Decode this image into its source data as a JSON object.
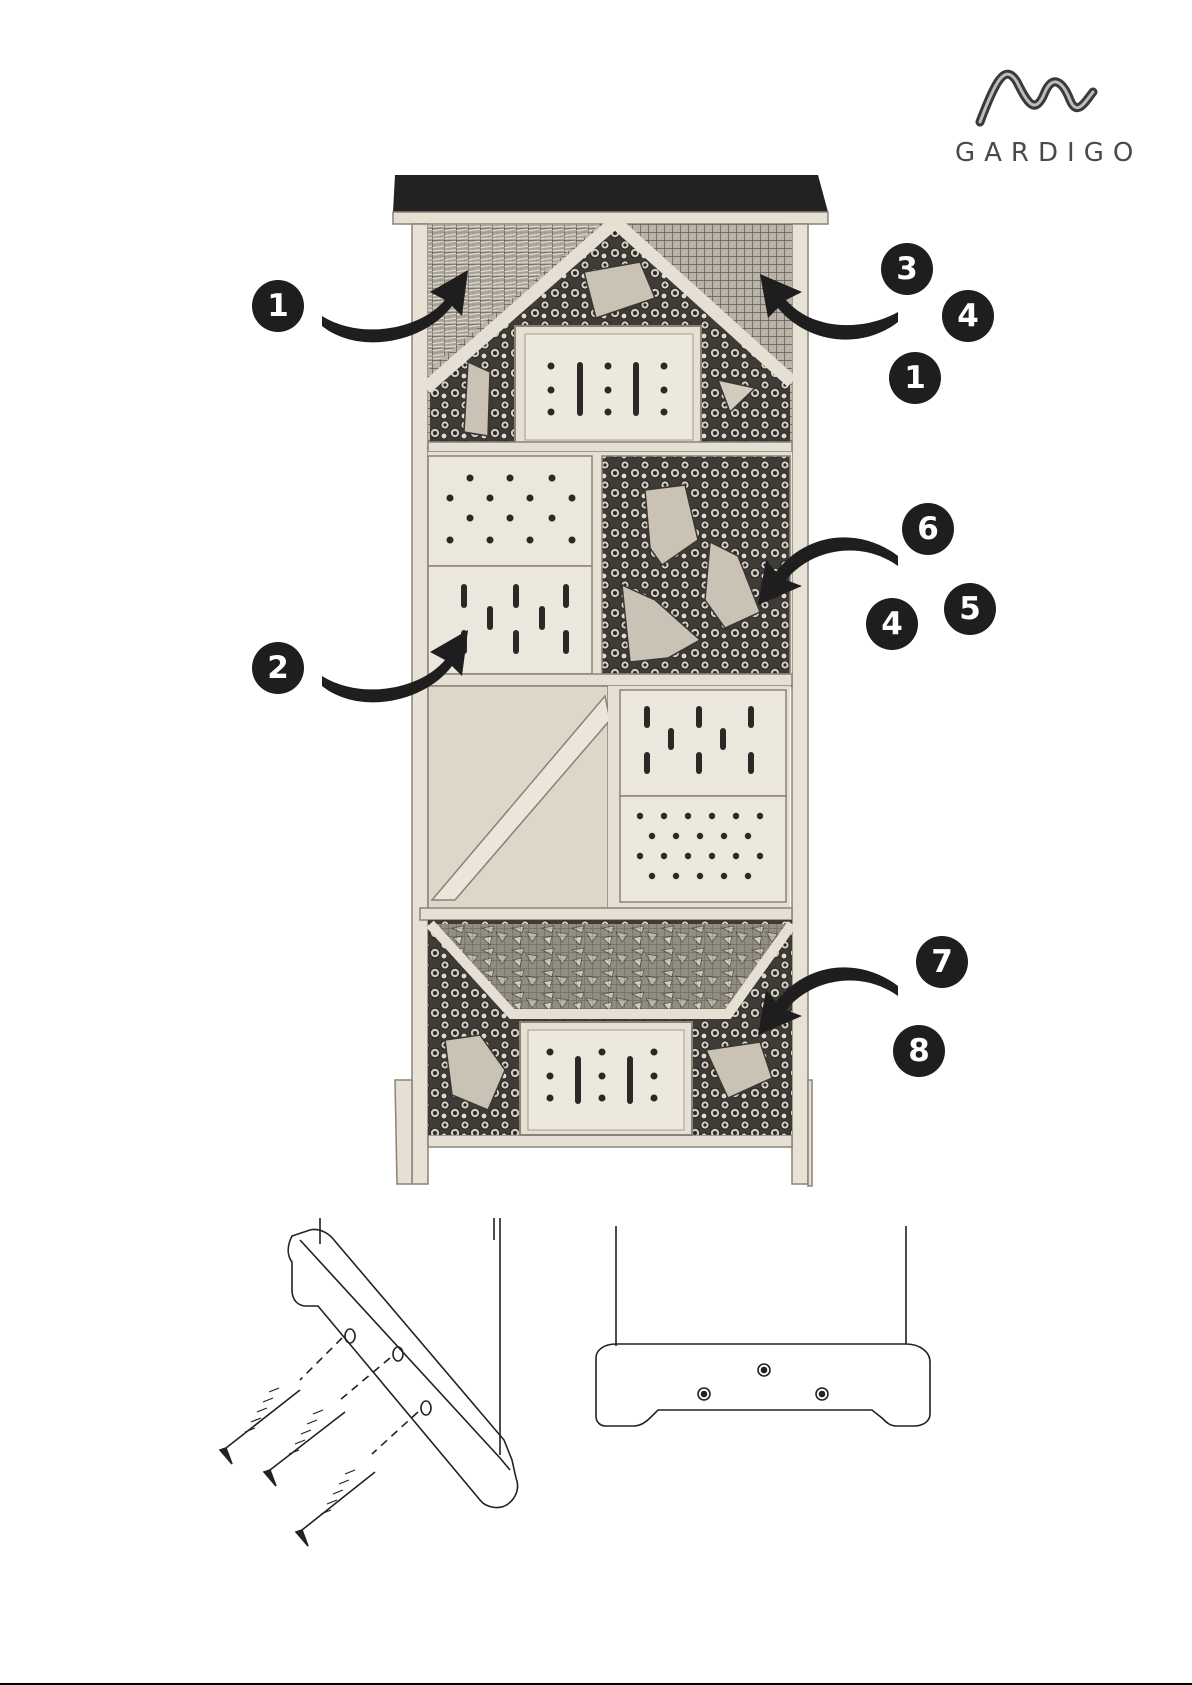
{
  "brand": {
    "name": "GARDIGO"
  },
  "callouts": [
    {
      "id": "c1-left",
      "label": "1"
    },
    {
      "id": "c3",
      "label": "3"
    },
    {
      "id": "c4-top",
      "label": "4"
    },
    {
      "id": "c1-right",
      "label": "1"
    },
    {
      "id": "c6",
      "label": "6"
    },
    {
      "id": "c5",
      "label": "5"
    },
    {
      "id": "c4-mid",
      "label": "4"
    },
    {
      "id": "c2",
      "label": "2"
    },
    {
      "id": "c7",
      "label": "7"
    },
    {
      "id": "c8",
      "label": "8"
    }
  ],
  "colors": {
    "roof": "#222222",
    "wood": "#e6e0d4",
    "wood_line": "#8a8278",
    "fill_dark": "#5a5650",
    "badge": "#1e1e1e"
  }
}
